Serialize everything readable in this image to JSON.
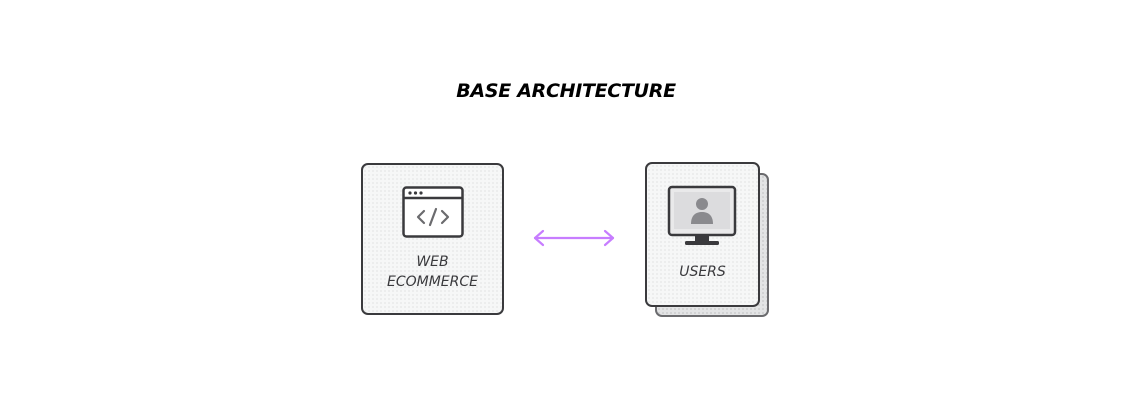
{
  "diagram": {
    "title": "BASE ARCHITECTURE",
    "nodes": [
      {
        "id": "web-ecommerce",
        "label_line1": "WEB",
        "label_line2": "ECOMMERCE",
        "icon": "browser-code-icon"
      },
      {
        "id": "users",
        "label": "USERS",
        "icon": "monitor-user-icon",
        "stacked": true
      }
    ],
    "edges": [
      {
        "from": "web-ecommerce",
        "to": "users",
        "direction": "bidirectional",
        "color": "#c77dff"
      }
    ],
    "colors": {
      "node_border": "#3a3a3d",
      "node_fill": "#f6f7f7",
      "text": "#3a3a3d",
      "title": "#000000",
      "arrow": "#c77dff"
    }
  }
}
